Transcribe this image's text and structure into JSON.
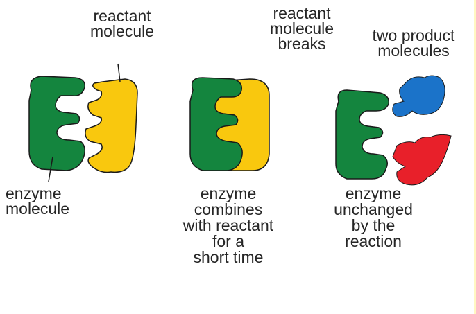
{
  "labels": {
    "reactant_molecule": "reactant\nmolecule",
    "enzyme_molecule": "enzyme\nmolecule",
    "reactant_breaks": "reactant\nmolecule\nbreaks",
    "two_products": "two product\nmolecules",
    "combines": "enzyme\ncombines\nwith reactant\nfor a\nshort time",
    "unchanged": "enzyme\nunchanged\nby the\nreaction"
  },
  "colors": {
    "enzyme": "#14853e",
    "reactant": "#f9c80e",
    "product_blue": "#1b73c9",
    "product_red": "#e8202a",
    "outline": "#1a1a1a",
    "text": "#262626"
  }
}
